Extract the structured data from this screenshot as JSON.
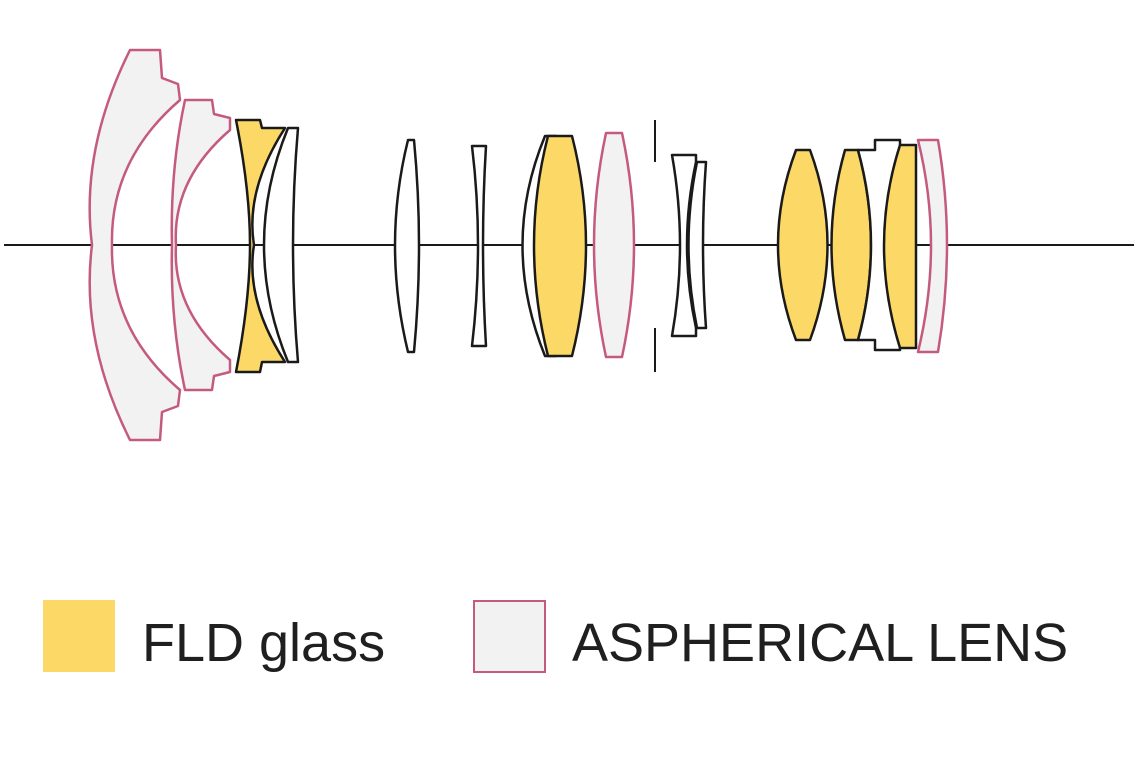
{
  "colors": {
    "fld_fill": "#fcd966",
    "aspherical_fill": "#f2f2f2",
    "aspherical_stroke": "#c45a7e",
    "standard_stroke": "#1a1a1a",
    "axis": "#1a1a1a"
  },
  "legend": [
    {
      "key": "fld",
      "label": "FLD glass"
    },
    {
      "key": "aspherical",
      "label": "ASPHERICAL LENS"
    }
  ]
}
